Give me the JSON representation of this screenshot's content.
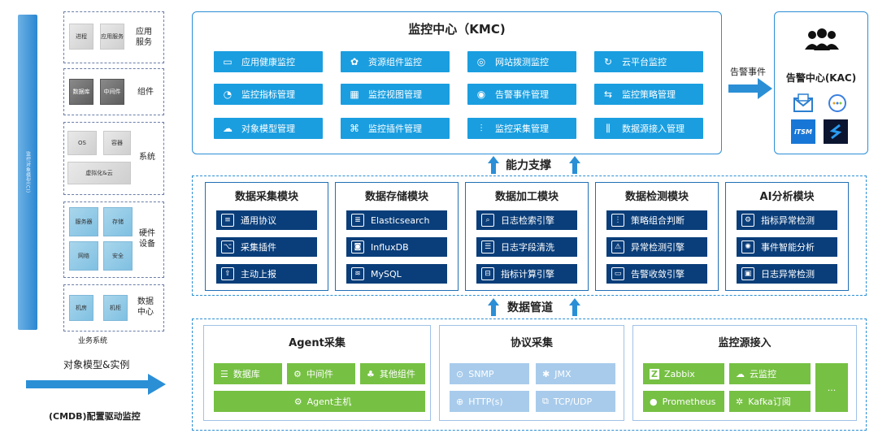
{
  "left_bar_text": "监控对象模型(CI)",
  "biz": {
    "groups": [
      {
        "label": "应用\n服务",
        "cubes": [
          "进程",
          "应用服务"
        ]
      },
      {
        "label": "组件",
        "cubes": [
          "数据库",
          "中间件"
        ]
      },
      {
        "label": "系统",
        "cubes": [
          "OS",
          "容器",
          "虚拟化&云"
        ]
      },
      {
        "label": "硬件\n设备",
        "cubes": [
          "服务器",
          "存储",
          "网络",
          "安全"
        ]
      },
      {
        "label": "数据\n中心",
        "cubes": [
          "机房",
          "机柜"
        ]
      }
    ],
    "caption": "业务系统"
  },
  "left_bottom": {
    "model_label": "对象模型&实例",
    "cmdb_label": "(CMDB)配置驱动监控"
  },
  "kmc": {
    "title": "监控中心（KMC)",
    "items": [
      {
        "label": "应用健康监控",
        "icon": "monitor-icon"
      },
      {
        "label": "资源组件监控",
        "icon": "clover-icon"
      },
      {
        "label": "网站拨测监控",
        "icon": "globe-icon"
      },
      {
        "label": "云平台监控",
        "icon": "cloud-sync-icon"
      },
      {
        "label": "监控指标管理",
        "icon": "gauge-icon"
      },
      {
        "label": "监控视图管理",
        "icon": "chart-icon"
      },
      {
        "label": "告警事件管理",
        "icon": "alarm-icon"
      },
      {
        "label": "监控策略管理",
        "icon": "toggle-icon"
      },
      {
        "label": "对象模型管理",
        "icon": "cloud-icon"
      },
      {
        "label": "监控插件管理",
        "icon": "plugin-icon"
      },
      {
        "label": "监控采集管理",
        "icon": "sliders-icon"
      },
      {
        "label": "数据源接入管理",
        "icon": "equalizer-icon"
      }
    ]
  },
  "alert_event_label": "告警事件",
  "kac": {
    "title": "告警中心(KAC)",
    "icons": [
      "email-icon",
      "chat-icon",
      "itsm-icon",
      "s-logo-icon"
    ],
    "itsm_text": "iTSM"
  },
  "capability_label": "能力支撑",
  "pipeline_label": "数据管道",
  "modules": [
    {
      "title": "数据采集模块",
      "items": [
        {
          "label": "通用协议",
          "icon": "doc-icon"
        },
        {
          "label": "采集插件",
          "icon": "tree-icon"
        },
        {
          "label": "主动上报",
          "icon": "upload-icon"
        }
      ]
    },
    {
      "title": "数据存储模块",
      "items": [
        {
          "label": "Elasticsearch",
          "icon": "es-icon"
        },
        {
          "label": "InfluxDB",
          "icon": "db-icon"
        },
        {
          "label": "MySQL",
          "icon": "mysql-icon"
        }
      ]
    },
    {
      "title": "数据加工模块",
      "items": [
        {
          "label": "日志检索引擎",
          "icon": "search-doc-icon"
        },
        {
          "label": "日志字段清洗",
          "icon": "list-icon"
        },
        {
          "label": "指标计算引擎",
          "icon": "calc-icon"
        }
      ]
    },
    {
      "title": "数据检测模块",
      "items": [
        {
          "label": "策略组合判断",
          "icon": "strategy-icon"
        },
        {
          "label": "异常检测引擎",
          "icon": "warning-icon"
        },
        {
          "label": "告警收敛引擎",
          "icon": "inbox-icon"
        }
      ]
    },
    {
      "title": "AI分析模块",
      "items": [
        {
          "label": "指标异常检测",
          "icon": "gear-icon"
        },
        {
          "label": "事件智能分析",
          "icon": "atom-icon"
        },
        {
          "label": "日志异常检测",
          "icon": "log-icon"
        }
      ]
    }
  ],
  "agent": {
    "title": "Agent采集",
    "items": [
      "数据库",
      "中间件",
      "其他组件"
    ],
    "host": "Agent主机"
  },
  "protocol": {
    "title": "协议采集",
    "items": [
      "SNMP",
      "JMX",
      "HTTP(s)",
      "TCP/UDP"
    ]
  },
  "source": {
    "title": "监控源接入",
    "items": [
      "Zabbix",
      "云监控",
      "Prometheus",
      "Kafka订阅"
    ],
    "more": "..."
  },
  "colors": {
    "kmc_btn": "#1a9ee0",
    "module_btn": "#0a3e7a",
    "green": "#76c043",
    "light_blue": "#a8cbeb",
    "accent": "#2b8fd6"
  }
}
